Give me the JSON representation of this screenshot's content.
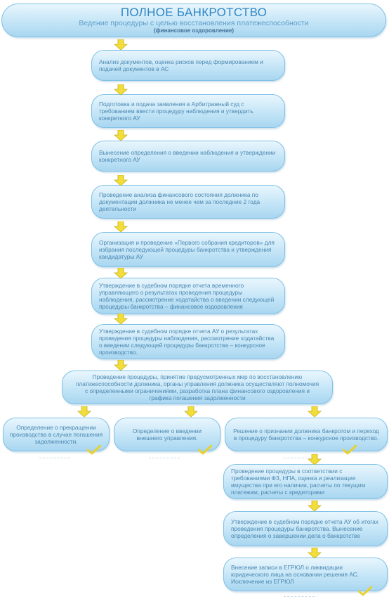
{
  "title": {
    "main": "ПОЛНОЕ БАНКРОТСТВО",
    "sub": "Ведение процедуры с целью восстановления платежеспособности",
    "note": "(финансовое оздоровление)"
  },
  "steps": [
    "Анализ документов, оценка рисков перед формированием и подачей документов в АС",
    "Подготовка и подача заявления в Арбитражный суд с требованием ввести процедуру наблюдения и утвердить конкретного АУ",
    "Вынесение определения о введении наблюдения и утверждении конкретного АУ",
    "Проведение анализа финансового состояния должника по документации должника не менее чем за последние 2 года деятельности",
    "Организация и проведение «Первого собрания кредиторов» для избрания последующей процедуры банкротства и утверждения кандидатуры АУ",
    "Утверждение в судебном порядке отчета временного управляющего о результатах проведения процедуры наблюдения, рассмотрение ходатайства о введении следующей процедуры банкротства – финансовое оздоровление",
    "Утверждение в судебном порядке отчета АУ о результатах проведения процедуры наблюдения, рассмотрение ходатайства о введении следующей процедуры банкротства – конкурсное производство."
  ],
  "wide_step": "Проведение процедуры, принятие предусмотренных мер по восстановлению платежеспособности должника, органы управления должника осуществляют полномочия с определенными ограничениями, разработка плана финансового оздоровления и графика погашения задолженности",
  "outcomes": [
    "Определение о прекращении производства в случае погашения задолженности.",
    "Определение о введении внешнего управления.",
    "Решение о признании должника банкротом и переход в процедуру банкротства – конкурсное производство."
  ],
  "final_steps": [
    "Проведение процедуры в соответствии с требованиями ФЗ, НПА, оценка и реализация имущества при его наличии, расчеты по текущим платежам, расчеты с кредиторами",
    "Утверждение в судебном порядке отчета АУ об итогах проведения процедуры банкротства. Вынесение определения о завершении дела о банкротстве",
    "Внесение записи в ЕГРЮЛ о ликвидации юридического лица на основании решения АС. Исключение из ЕГРЮЛ"
  ],
  "colors": {
    "box_border": "#7fc1e6",
    "box_fill": "#c4e5f7",
    "text": "#4b87b0",
    "arrow": "#f2de3a",
    "check": "#e9d22c"
  },
  "icons": {
    "arrow": "down-arrow-icon",
    "check": "check-mark-icon"
  }
}
